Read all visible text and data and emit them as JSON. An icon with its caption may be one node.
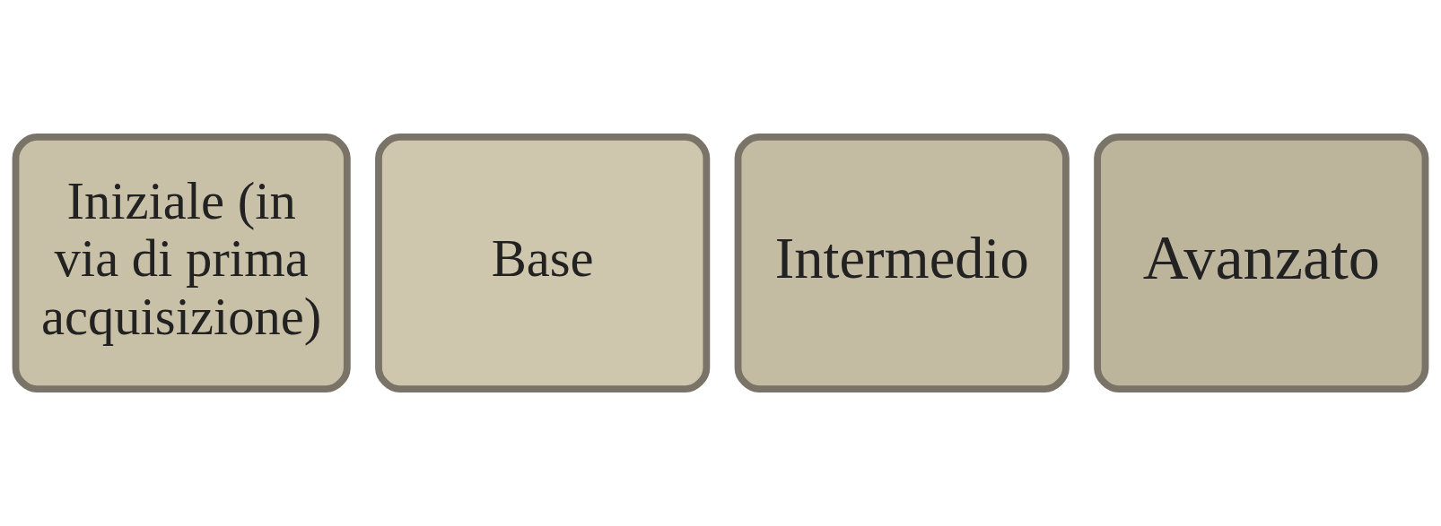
{
  "diagram": {
    "nodes": [
      {
        "text": [
          "Iniziale (in via di prima acquisizione)"
        ]
      },
      {
        "text": [
          "Base"
        ]
      },
      {
        "text": [
          "Intermedio"
        ]
      },
      {
        "text": [
          "Avanzato"
        ]
      }
    ]
  }
}
